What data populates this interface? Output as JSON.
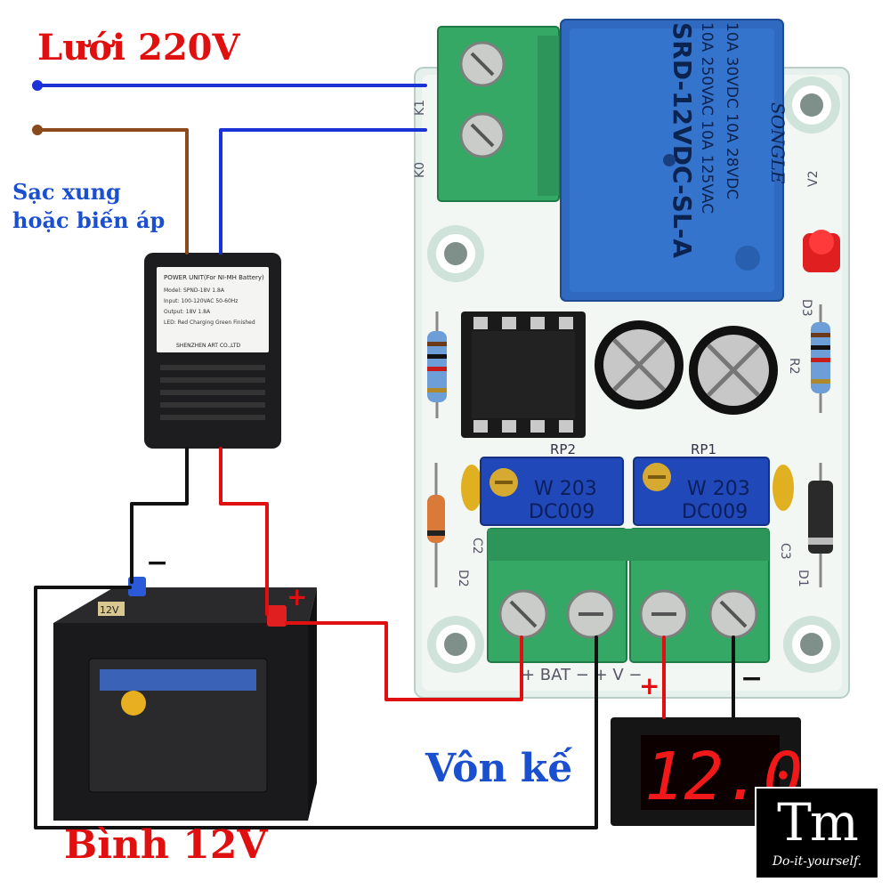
{
  "labels": {
    "grid": "Lưới 220V",
    "charger_line1": "Sạc xung",
    "charger_line2": "hoặc biến áp",
    "voltmeter": "Vôn kế",
    "battery": "Bình 12V",
    "minus": "−",
    "plus": "+"
  },
  "relay": {
    "brand": "SONGLE",
    "model": "SRD-12VDC-SL-A",
    "rating1": "10A 250VAC  10A 125VAC",
    "rating2": "10A 30VDC  10A 28VDC"
  },
  "board": {
    "rp1": "RP1",
    "rp2": "RP2",
    "pot_line1": "W 203",
    "pot_line2": "DC009",
    "terminal_label": "+ BAT −   + V −",
    "silk": [
      "D3",
      "R2",
      "C3",
      "D1",
      "D2",
      "C2",
      "V2",
      "K1",
      "K0"
    ]
  },
  "charger": {
    "plate_title": "POWER UNIT(For NI-MH Battery)",
    "plate_lines": [
      "Model: SPND-18V 1.8A",
      "Input: 100-120VAC 50-60Hz",
      "Output: 18V 1.8A",
      "LED: Red Charging Green Finished"
    ],
    "maker": "SHENZHEN ART CO.,LTD"
  },
  "voltmeter": {
    "reading": "12.0"
  },
  "battery": {
    "model": "12V"
  },
  "logo": {
    "mark": "Tm",
    "tagline": "Do-it-yourself."
  },
  "colors": {
    "wire_blue": "#1a33d6",
    "wire_brown": "#8a4a1c",
    "wire_red": "#e01010",
    "wire_black": "#111111",
    "pcb": "#e8f2ee",
    "terminal": "#3cae6b",
    "relay": "#2f6ac0",
    "pot": "#2048b8"
  }
}
